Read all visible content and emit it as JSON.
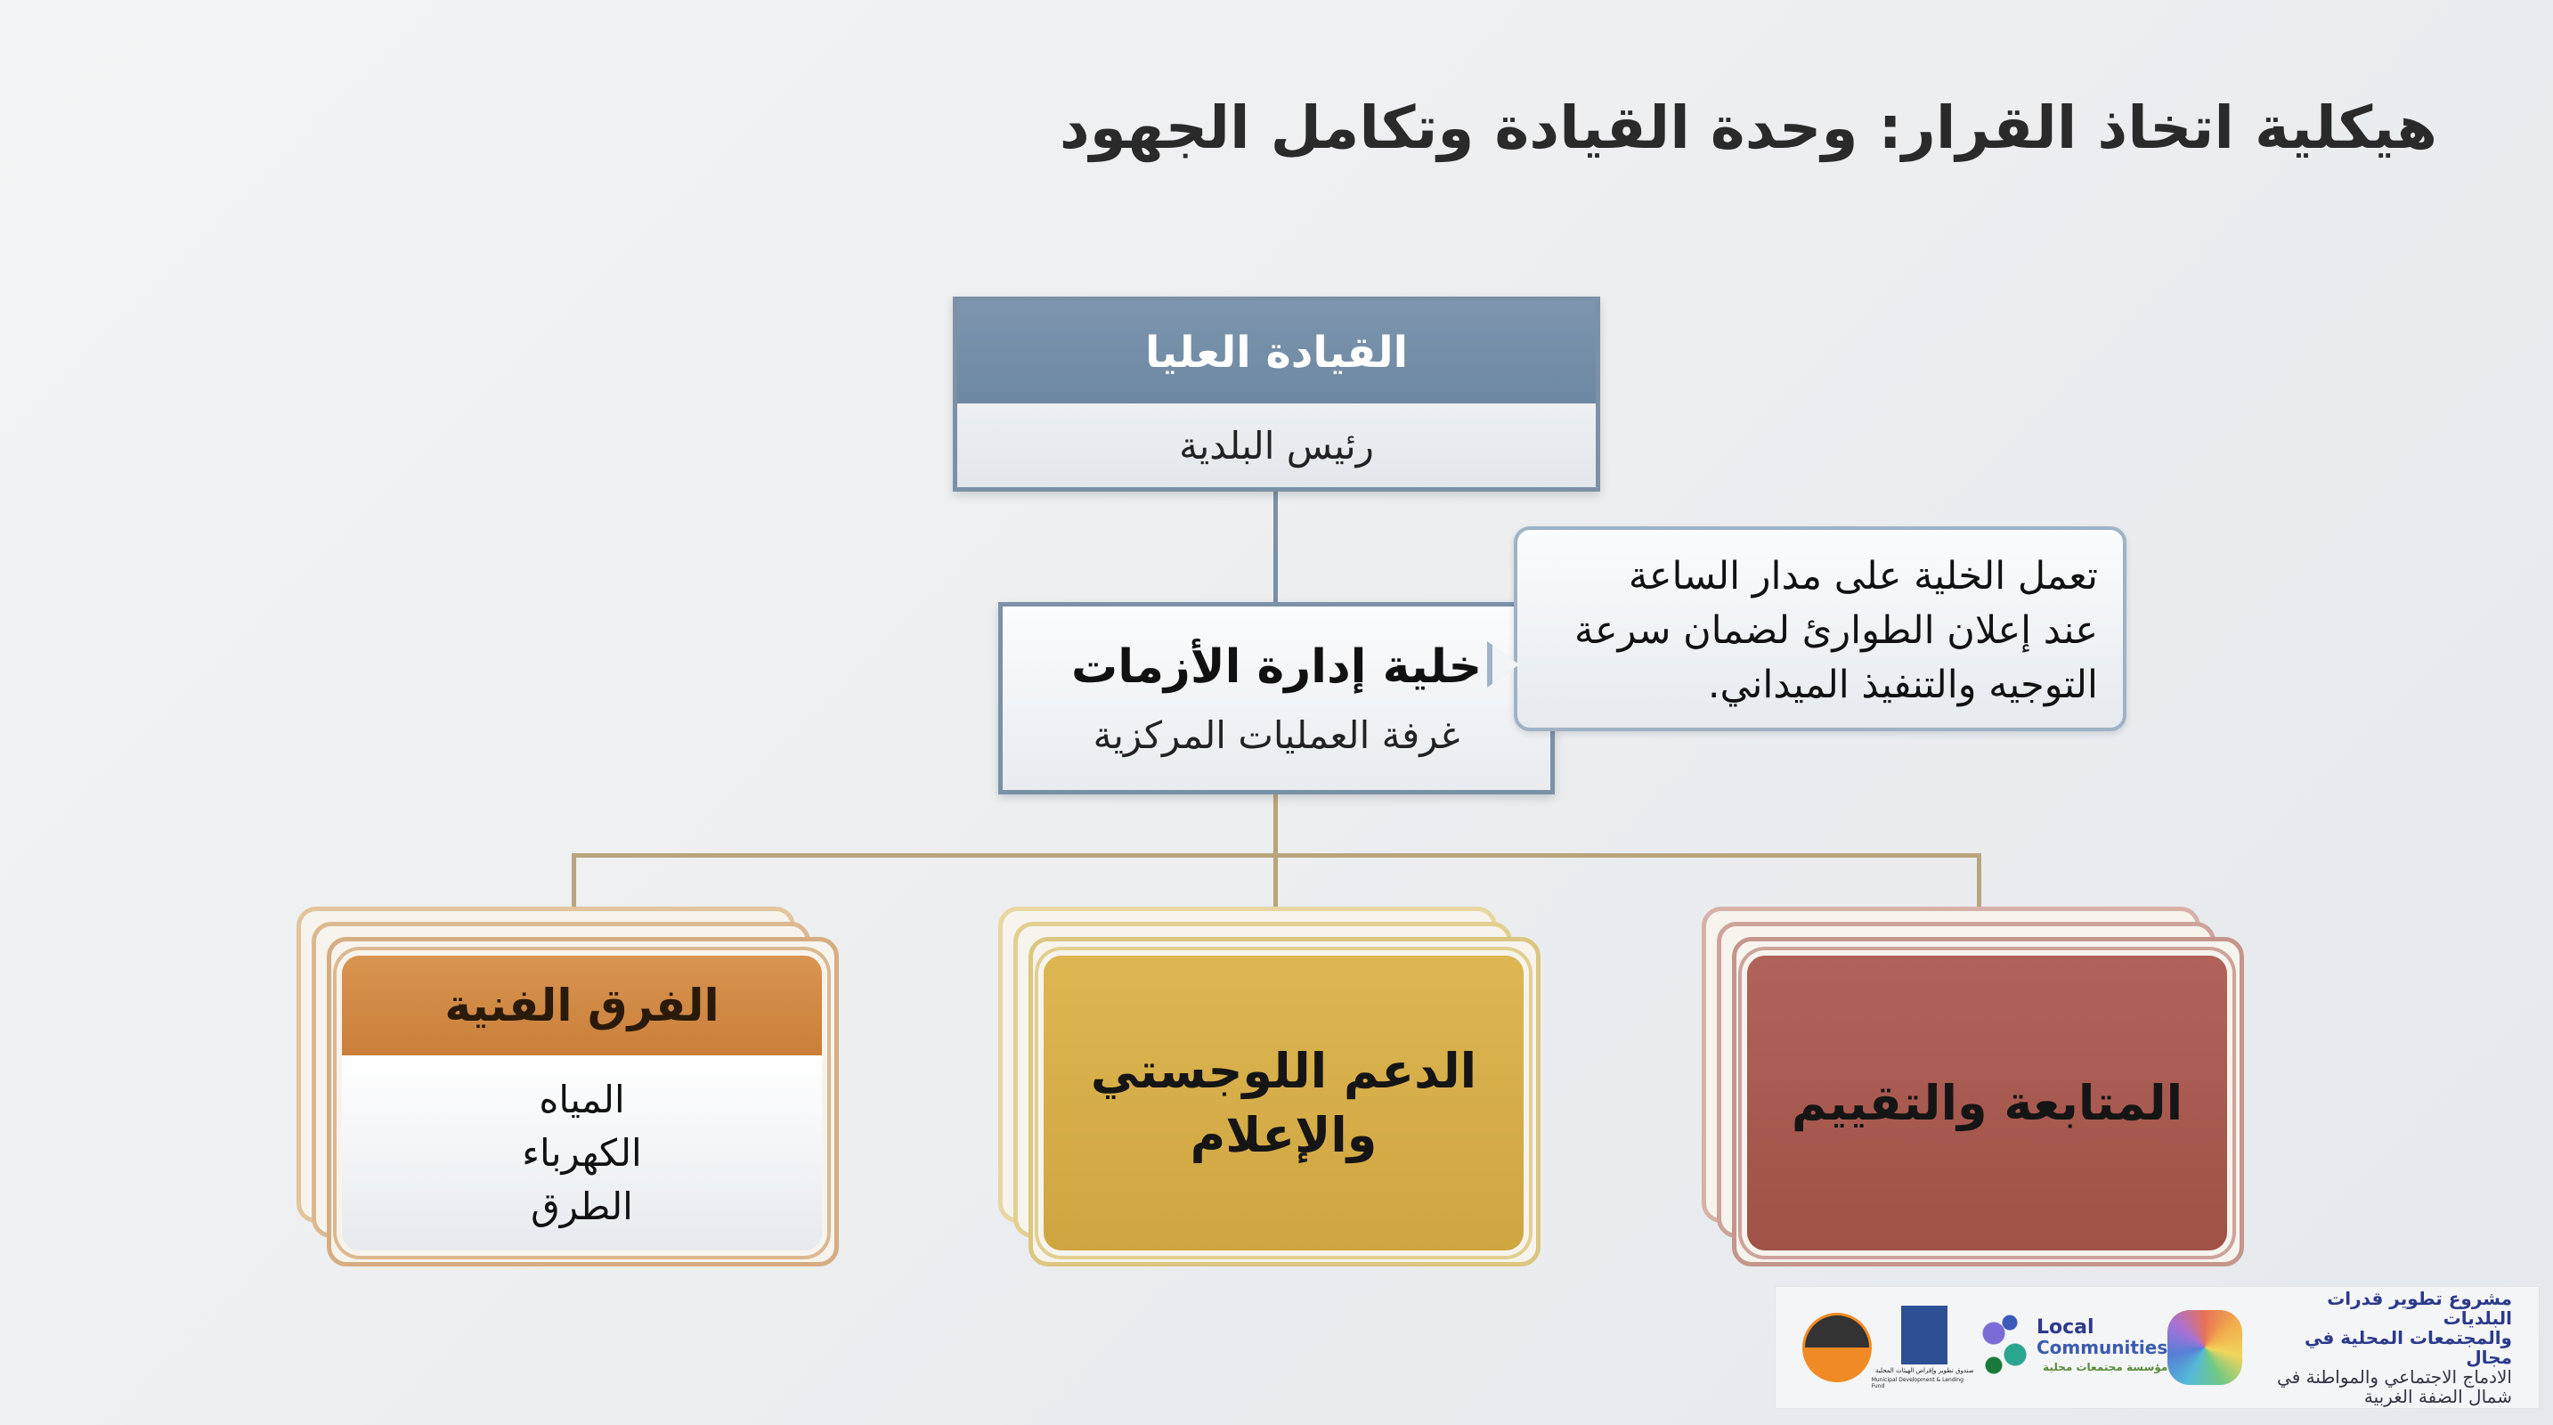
{
  "title": "هيكلية اتخاذ القرار: وحدة القيادة وتكامل الجهود",
  "top_leadership": {
    "title": "القيادة العليا",
    "subtitle": "رئيس البلدية"
  },
  "crisis_cell": {
    "title": "خلية إدارة الأزمات",
    "subtitle": "غرفة العمليات المركزية"
  },
  "callout": {
    "lines": [
      "تعمل الخلية على مدار الساعة",
      "عند إعلان الطوارئ لضمان سرعة",
      "التوجيه والتنفيذ الميداني."
    ]
  },
  "branches": [
    {
      "title": "الفرق الفنية",
      "items": [
        "المياه",
        "الكهرباء",
        "الطرق"
      ],
      "color": "#d08a45"
    },
    {
      "lines": [
        "الدعم اللوجستي",
        "والإعلام"
      ],
      "color": "#d4ab48"
    },
    {
      "title": "المتابعة والتقييم",
      "color": "#a95a4d"
    }
  ],
  "logos": {
    "project_lines": [
      "مشروع تطوير قدرات البلديات",
      "والمجتمعات المحلية في مجال",
      "الادماج الاجتماعي والمواطنة في",
      "شمال الضفة الغربية"
    ],
    "local_communities": [
      "Local",
      "Communities",
      "مؤسسة مجتمعات محلية"
    ],
    "mdlf": [
      "صندوق تطوير وإقراض الهيئات المحلية",
      "Municipal Development & Lending Fund"
    ]
  },
  "colors": {
    "leadership": "#7590a8",
    "connector": "#b9a57d"
  }
}
